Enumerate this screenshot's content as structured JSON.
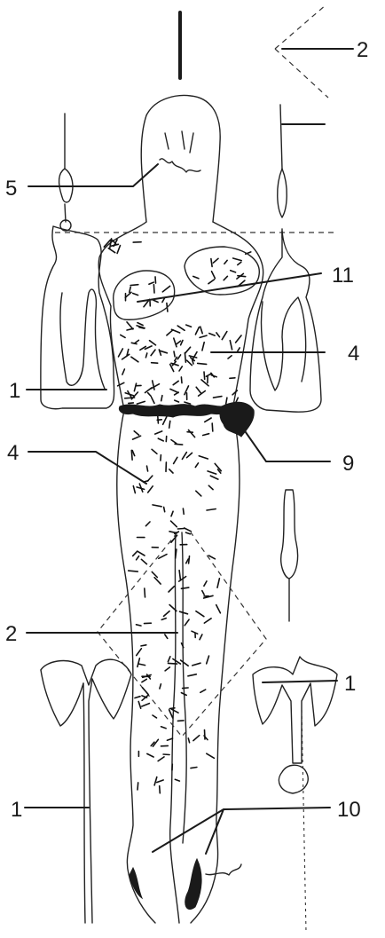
{
  "labels": [
    {
      "id": "label-2-top",
      "text": "2"
    },
    {
      "id": "label-5",
      "text": "5"
    },
    {
      "id": "label-11",
      "text": "11"
    },
    {
      "id": "label-4-right",
      "text": "4"
    },
    {
      "id": "label-1-left",
      "text": "1"
    },
    {
      "id": "label-4-left",
      "text": "4"
    },
    {
      "id": "label-9",
      "text": "9"
    },
    {
      "id": "label-2-mid",
      "text": "2"
    },
    {
      "id": "label-1-right",
      "text": "1"
    },
    {
      "id": "label-1-bottom",
      "text": "1"
    },
    {
      "id": "label-10",
      "text": "10"
    }
  ]
}
